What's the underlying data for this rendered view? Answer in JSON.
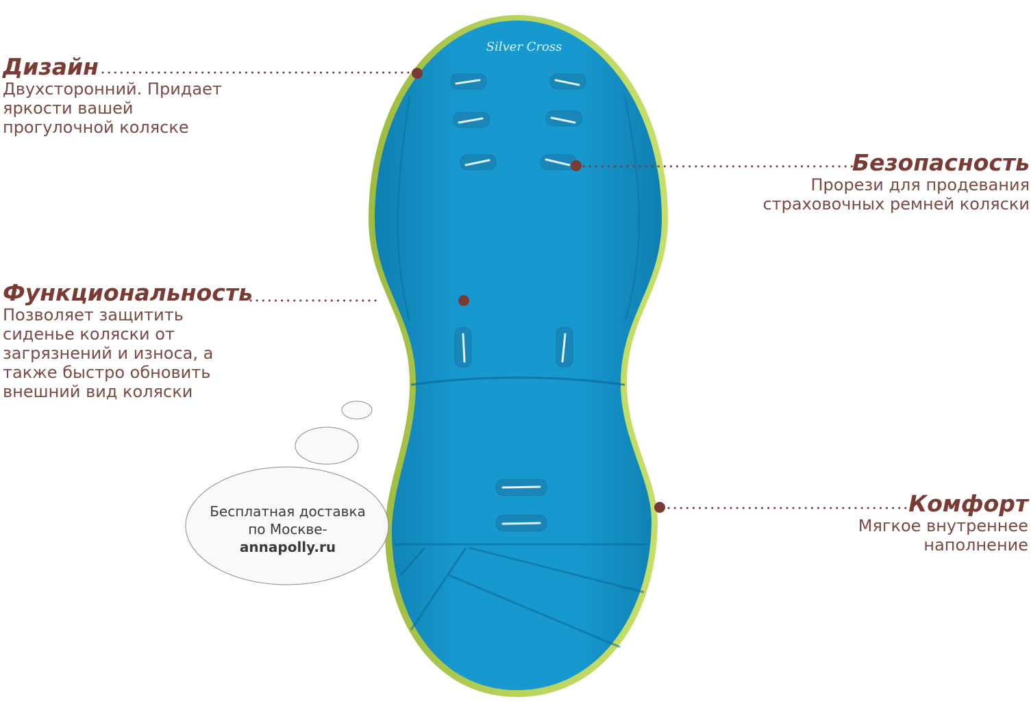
{
  "brand": "Silver Cross",
  "callouts": {
    "design": {
      "title": "Дизайн",
      "desc": "Двухсторонний. Придает\nяркости вашей\nпрогулочной коляске"
    },
    "safety": {
      "title": "Безопасность",
      "desc": "Прорези для продевания\nстраховочных ремней коляски"
    },
    "function": {
      "title": "Функциональность",
      "desc": "Позволяет защитить\nсиденье коляски от\nзагрязнений и износа, а\nтакже быстро обновить\nвнешний вид коляски"
    },
    "comfort": {
      "title": "Комфорт",
      "desc": "Мягкое внутреннее\nнаполнение"
    }
  },
  "bubble": {
    "line1": "Бесплатная доставка",
    "line2": "по Москве-",
    "site": "annapolly.ru"
  },
  "colors": {
    "liner_blue": "#1592c6",
    "liner_edge": "#a9c94a",
    "accent_text": "#7a3b35",
    "dot": "#7a3b35"
  }
}
